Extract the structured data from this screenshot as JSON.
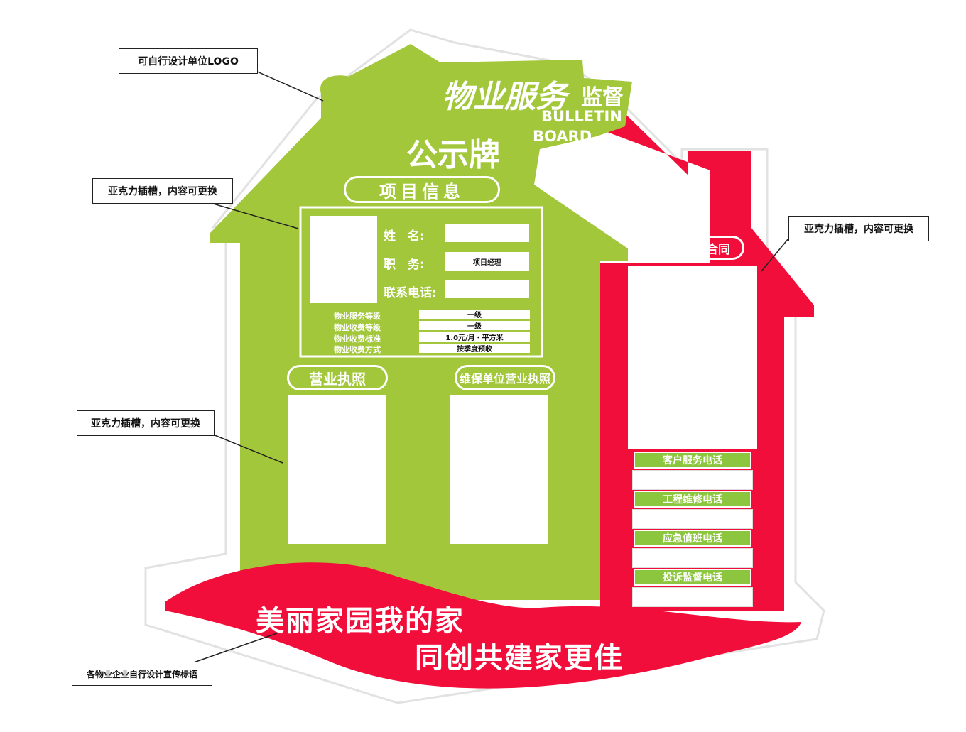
{
  "colors": {
    "green": "#a2c73b",
    "red": "#f20e3a",
    "white": "#ffffff"
  },
  "header": {
    "title_main": "物业服务",
    "title_sub": "监督",
    "title_en_1": "BULLETIN",
    "title_en_2": "BOARD",
    "title_board": "公示牌"
  },
  "project": {
    "heading": "项目信息",
    "name_label": "姓　名:",
    "name_value": "",
    "position_label": "职　务:",
    "position_value": "项目经理",
    "phone_label": "联系电话:",
    "phone_value": "",
    "levels": [
      {
        "label": "物业服务等级",
        "value": "一级"
      },
      {
        "label": "物业收费等级",
        "value": "一级"
      },
      {
        "label": "物业收费标准",
        "value": "1.0元/月・平方米"
      },
      {
        "label": "物业收费方式",
        "value": "按季度预收"
      }
    ]
  },
  "licenses": {
    "business": "营业执照",
    "maintenance": "维保单位营业执照"
  },
  "contract": {
    "heading": "物业服务合同",
    "phones": [
      "客户服务电话",
      "工程维修电话",
      "应急值班电话",
      "投诉监督电话"
    ]
  },
  "slogan": {
    "line1": "美丽家园我的家",
    "line2": "同创共建家更佳"
  },
  "callouts": {
    "logo": "可自行设计单位LOGO",
    "acrylic_1": "亚克力插槽，内容可更换",
    "acrylic_2": "亚克力插槽，内容可更换",
    "acrylic_3": "亚克力插槽，内容可更换",
    "slogan_note": "各物业企业自行设计宣传标语"
  }
}
